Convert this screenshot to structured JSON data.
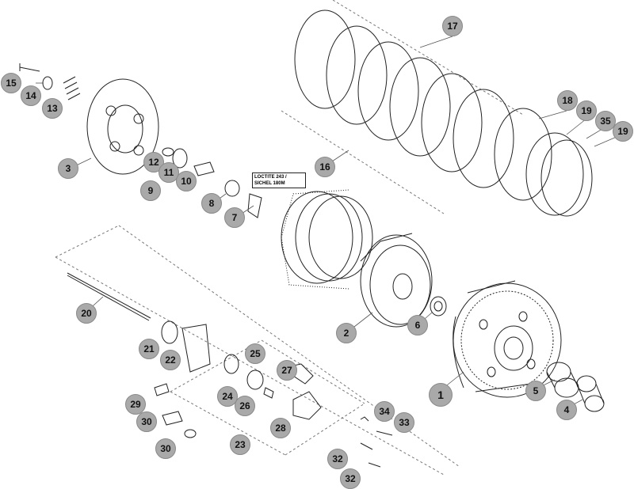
{
  "parts": [
    {
      "id": "c1",
      "label": "1"
    },
    {
      "id": "c2",
      "label": "2"
    },
    {
      "id": "c3",
      "label": "3"
    },
    {
      "id": "c4",
      "label": "4"
    },
    {
      "id": "c5",
      "label": "5"
    },
    {
      "id": "c6",
      "label": "6"
    },
    {
      "id": "c7",
      "label": "7"
    },
    {
      "id": "c8",
      "label": "8"
    },
    {
      "id": "c9",
      "label": "9"
    },
    {
      "id": "c10",
      "label": "10"
    },
    {
      "id": "c11",
      "label": "11"
    },
    {
      "id": "c12",
      "label": "12"
    },
    {
      "id": "c13",
      "label": "13"
    },
    {
      "id": "c14",
      "label": "14"
    },
    {
      "id": "c15",
      "label": "15"
    },
    {
      "id": "c16",
      "label": "16"
    },
    {
      "id": "c17",
      "label": "17"
    },
    {
      "id": "c18",
      "label": "18"
    },
    {
      "id": "c19a",
      "label": "19"
    },
    {
      "id": "c19b",
      "label": "19"
    },
    {
      "id": "c35",
      "label": "35"
    },
    {
      "id": "c20",
      "label": "20"
    },
    {
      "id": "c21",
      "label": "21"
    },
    {
      "id": "c22",
      "label": "22"
    },
    {
      "id": "c23",
      "label": "23"
    },
    {
      "id": "c24",
      "label": "24"
    },
    {
      "id": "c25",
      "label": "25"
    },
    {
      "id": "c26",
      "label": "26"
    },
    {
      "id": "c27",
      "label": "27"
    },
    {
      "id": "c28",
      "label": "28"
    },
    {
      "id": "c29",
      "label": "29"
    },
    {
      "id": "c30a",
      "label": "30"
    },
    {
      "id": "c30b",
      "label": "30"
    },
    {
      "id": "c32a",
      "label": "32"
    },
    {
      "id": "c32b",
      "label": "32"
    },
    {
      "id": "c33",
      "label": "33"
    },
    {
      "id": "c34",
      "label": "34"
    }
  ],
  "note": {
    "line1": "LOCTITE 243 /",
    "line2": "SICHEL 180M"
  }
}
